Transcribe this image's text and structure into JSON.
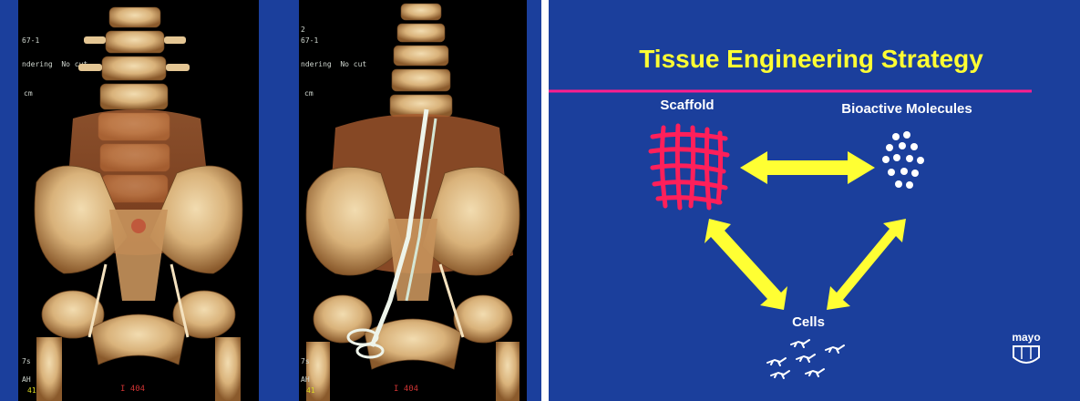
{
  "left": {
    "ct1": {
      "header_id": "67-1",
      "header_mode": "ndering  No cut",
      "header_unit": "cm",
      "footer_left": "7s",
      "footer_left2": "AH",
      "corner": "41",
      "bottom_num": "I 404"
    },
    "ct2": {
      "header_top": "2",
      "header_id": "67-1",
      "header_mode": "ndering  No cut",
      "header_unit": "cm",
      "footer_left": "7s",
      "footer_left2": "AH",
      "corner": "41",
      "bottom_num": "I 404"
    }
  },
  "slide": {
    "title": "Tissue Engineering Strategy",
    "scaffold_label": "Scaffold",
    "molecules_label": "Bioactive Molecules",
    "cells_label": "Cells",
    "logo_text": "mayo",
    "colors": {
      "background": "#1b3f9c",
      "title": "#ffff33",
      "rule": "#ff1f8e",
      "scaffold": "#ff1f5a",
      "arrow": "#ffff33",
      "text": "#ffffff"
    }
  }
}
